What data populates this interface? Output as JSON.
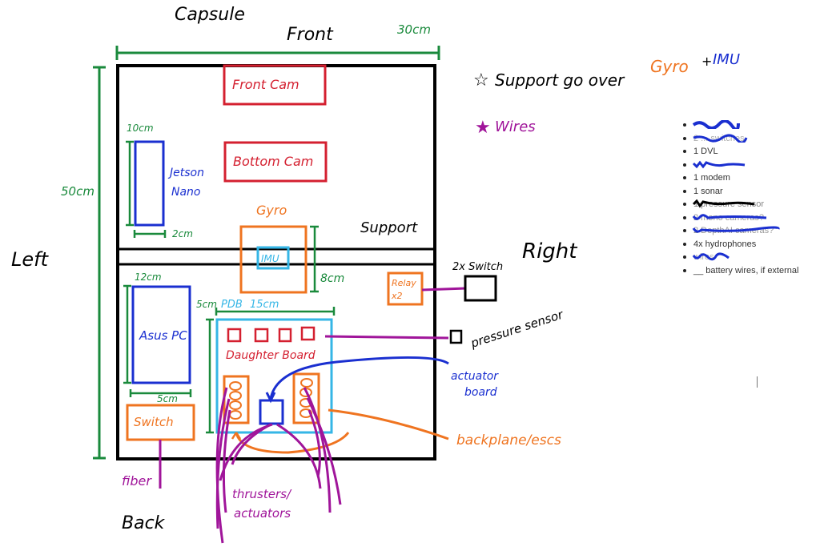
{
  "labels": {
    "title": "Capsule",
    "front": "Front",
    "back": "Back",
    "left": "Left",
    "right": "Right",
    "width_dim": "30cm",
    "height_dim": "50cm",
    "support": "Support",
    "note_support": "Support go over",
    "note_gyro": "Gyro",
    "note_plus": "+",
    "note_imu": "IMU",
    "note_wires": "Wires"
  },
  "components": {
    "front_cam": "Front Cam",
    "bottom_cam": "Bottom Cam",
    "jetson": "Jetson Nano",
    "jetson_dim_h": "10cm",
    "jetson_dim_w": "2cm",
    "gyro": "Gyro",
    "imu": "IMU",
    "gyro_dim": "8cm",
    "relay": "Relay x2",
    "asus": "Asus PC",
    "asus_dim_h": "12cm",
    "asus_dim_w": "5cm",
    "pdb": "PDB",
    "pdb_dim_w": "15cm",
    "pdb_dim_h": "5cm",
    "daughter_board": "Daughter Board",
    "switch": "Switch",
    "switch_2x": "2x Switch",
    "pressure_sensor": "pressure sensor",
    "actuator_board": "actuator board",
    "backplane": "backplane/escs",
    "fiber": "fiber",
    "thrusters": "thrusters/ actuators"
  },
  "checklist": [
    {
      "text": "",
      "struck": true,
      "strike_color": "#1a2fd0"
    },
    {
      "text": "2 ... switches",
      "struck": true,
      "strike_color": "#1a2fd0"
    },
    {
      "text": "1 DVL",
      "struck": false
    },
    {
      "text": "",
      "struck": true,
      "strike_color": "#1a2fd0"
    },
    {
      "text": "1 modem",
      "struck": false
    },
    {
      "text": "1 sonar",
      "struck": false
    },
    {
      "text": "1 pressure sensor",
      "struck": true,
      "strike_color": "#000000"
    },
    {
      "text": "2 mono cameras?",
      "struck": true,
      "strike_color": "#1a2fd0"
    },
    {
      "text": "2 DepthAI cameras?",
      "struck": true,
      "strike_color": "#1a2fd0"
    },
    {
      "text": "4x hydrophones",
      "struck": false
    },
    {
      "text": "wires",
      "struck": true,
      "strike_color": "#1a2fd0"
    },
    {
      "text": "__ battery wires, if external",
      "struck": false
    }
  ],
  "colors": {
    "outline": "#000000",
    "dimension": "#1a8a3c",
    "camera": "#d42030",
    "compute": "#1a2fd0",
    "power": "#ef7420",
    "pdb": "#35b6e6",
    "wire": "#a0159a"
  }
}
